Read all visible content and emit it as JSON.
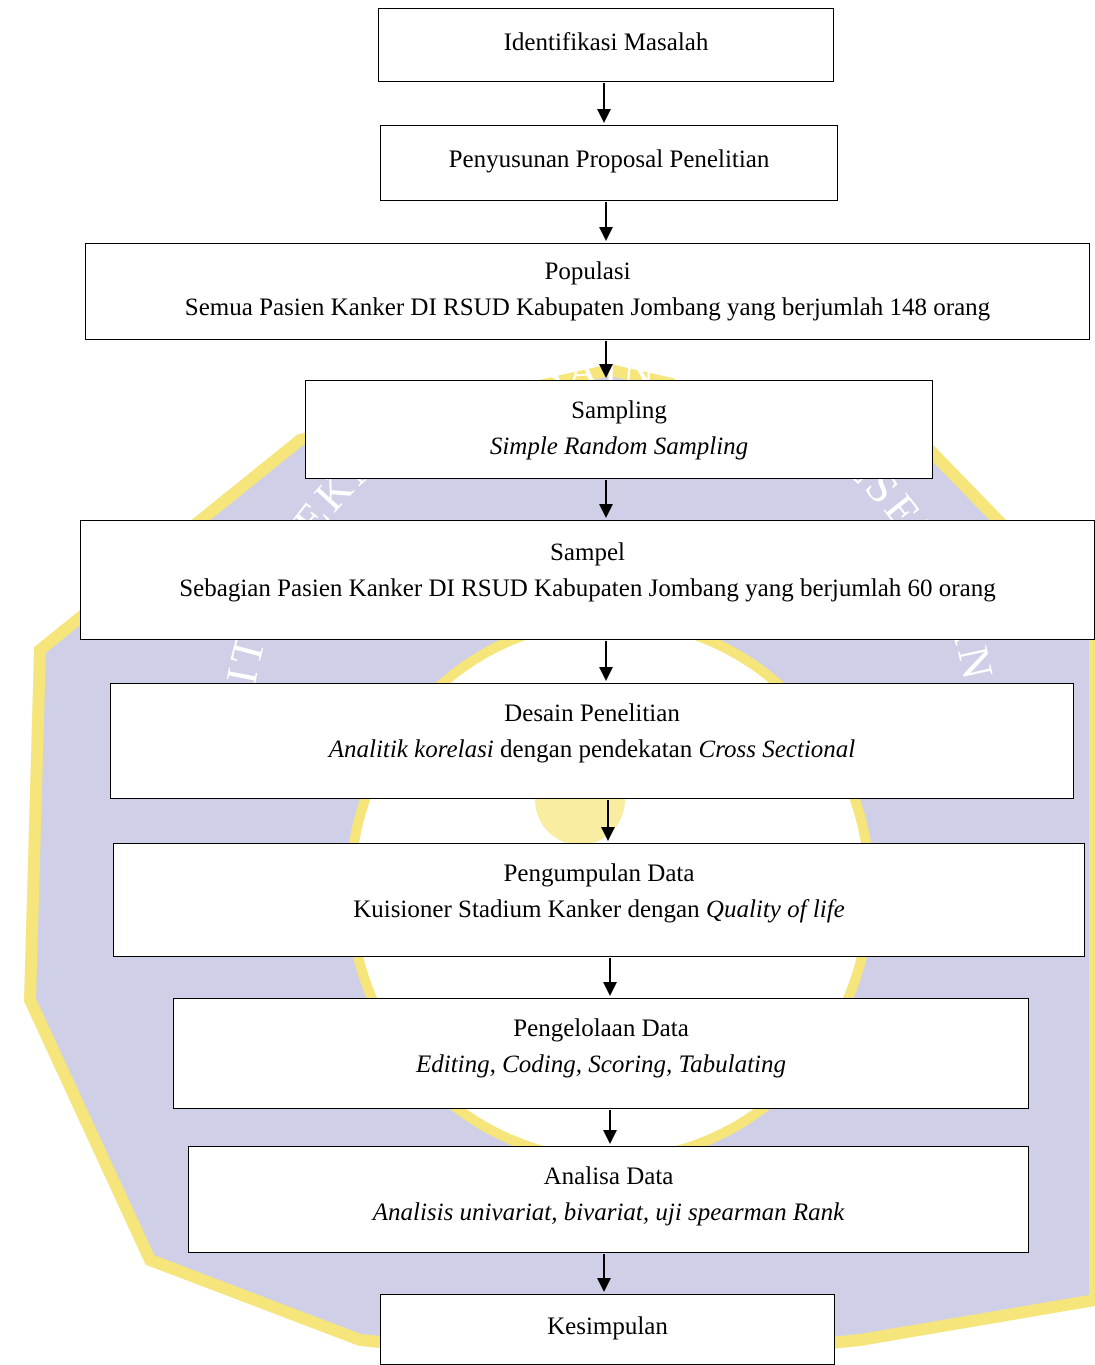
{
  "watermark": {
    "ring_color": "#cfcfe8",
    "gold_color": "#f6e57a",
    "arc_text": "STITUT TEKNOLOGI SAINS DAN KESEHATAN INSAN CENDEKIA MEDIKA JOMBANG"
  },
  "steps": {
    "identifikasi": {
      "title": "Identifikasi Masalah"
    },
    "proposal": {
      "title": "Penyusunan Proposal Penelitian"
    },
    "populasi": {
      "title": "Populasi",
      "detail": "Semua Pasien Kanker DI RSUD Kabupaten Jombang yang berjumlah  148 orang"
    },
    "sampling": {
      "title": "Sampling",
      "detail": "Simple Random Sampling"
    },
    "sampel": {
      "title": "Sampel",
      "detail": "Sebagian Pasien Kanker DI RSUD Kabupaten Jombang yang berjumlah 60 orang"
    },
    "desain": {
      "title": "Desain Penelitian",
      "detail_italic_a": "Analitik korelasi",
      "detail_plain": " dengan pendekatan ",
      "detail_italic_b": "Cross Sectional"
    },
    "pengumpulan": {
      "title": "Pengumpulan Data",
      "detail_plain": "Kuisioner Stadium Kanker dengan ",
      "detail_italic": "Quality of life"
    },
    "pengelolaan": {
      "title": "Pengelolaan Data",
      "detail": "Editing, Coding, Scoring, Tabulating"
    },
    "analisa": {
      "title": "Analisa Data",
      "detail": "Analisis univariat, bivariat, uji spearman Rank"
    },
    "kesimpulan": {
      "title": "Kesimpulan"
    }
  }
}
